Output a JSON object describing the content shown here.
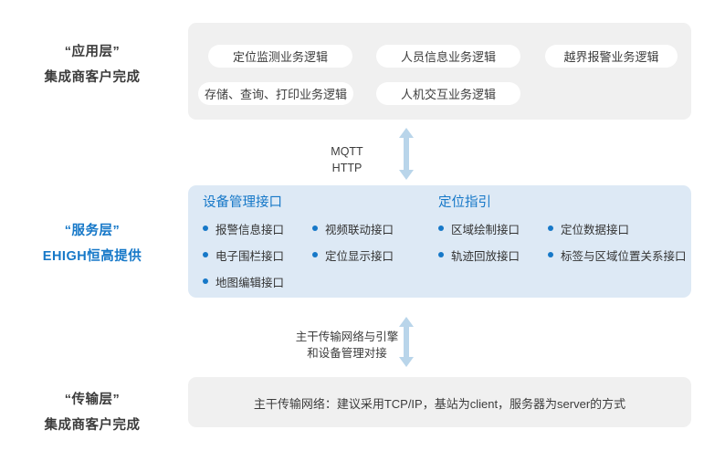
{
  "layers": [
    {
      "id": "application",
      "title": "“应用层”",
      "subtitle": "集成商客户完成",
      "items": [
        "定位监测业务逻辑",
        "人员信息业务逻辑",
        "越界报警业务逻辑",
        "存储、查询、打印业务逻辑",
        "人机交互业务逻辑"
      ]
    },
    {
      "id": "service",
      "title": "“服务层”",
      "subtitle": "EHIGH恒高提供",
      "groups": [
        {
          "title": "设备管理接口",
          "rows": [
            [
              "报警信息接口",
              "视频联动接口"
            ],
            [
              "电子围栏接口",
              "定位显示接口"
            ],
            [
              "地图编辑接口"
            ]
          ]
        },
        {
          "title": "定位指引",
          "rows": [
            [
              "区域绘制接口",
              "定位数据接口"
            ],
            [
              "轨迹回放接口",
              "标签与区域位置关系接口"
            ]
          ]
        }
      ]
    },
    {
      "id": "transport",
      "title": "“传输层”",
      "subtitle": "集成商客户完成",
      "note": "主干传输网络：建议采用TCP/IP，基站为client，服务器为server的方式"
    }
  ],
  "connectors": [
    {
      "id": "app-to-service",
      "line1": "MQTT",
      "line2": "HTTP",
      "icon": "double-arrow-vertical-icon"
    },
    {
      "id": "service-to-transport",
      "line1": "主干传输网络与引擎",
      "line2": "和设备管理对接",
      "icon": "double-arrow-vertical-icon"
    }
  ],
  "colors": {
    "accent_blue": "#1678c8",
    "panel_gray": "#f0f0f0",
    "panel_blue": "#dde9f5",
    "arrow_blue": "#b9d5ea",
    "text_dark": "#3c3c3c"
  }
}
